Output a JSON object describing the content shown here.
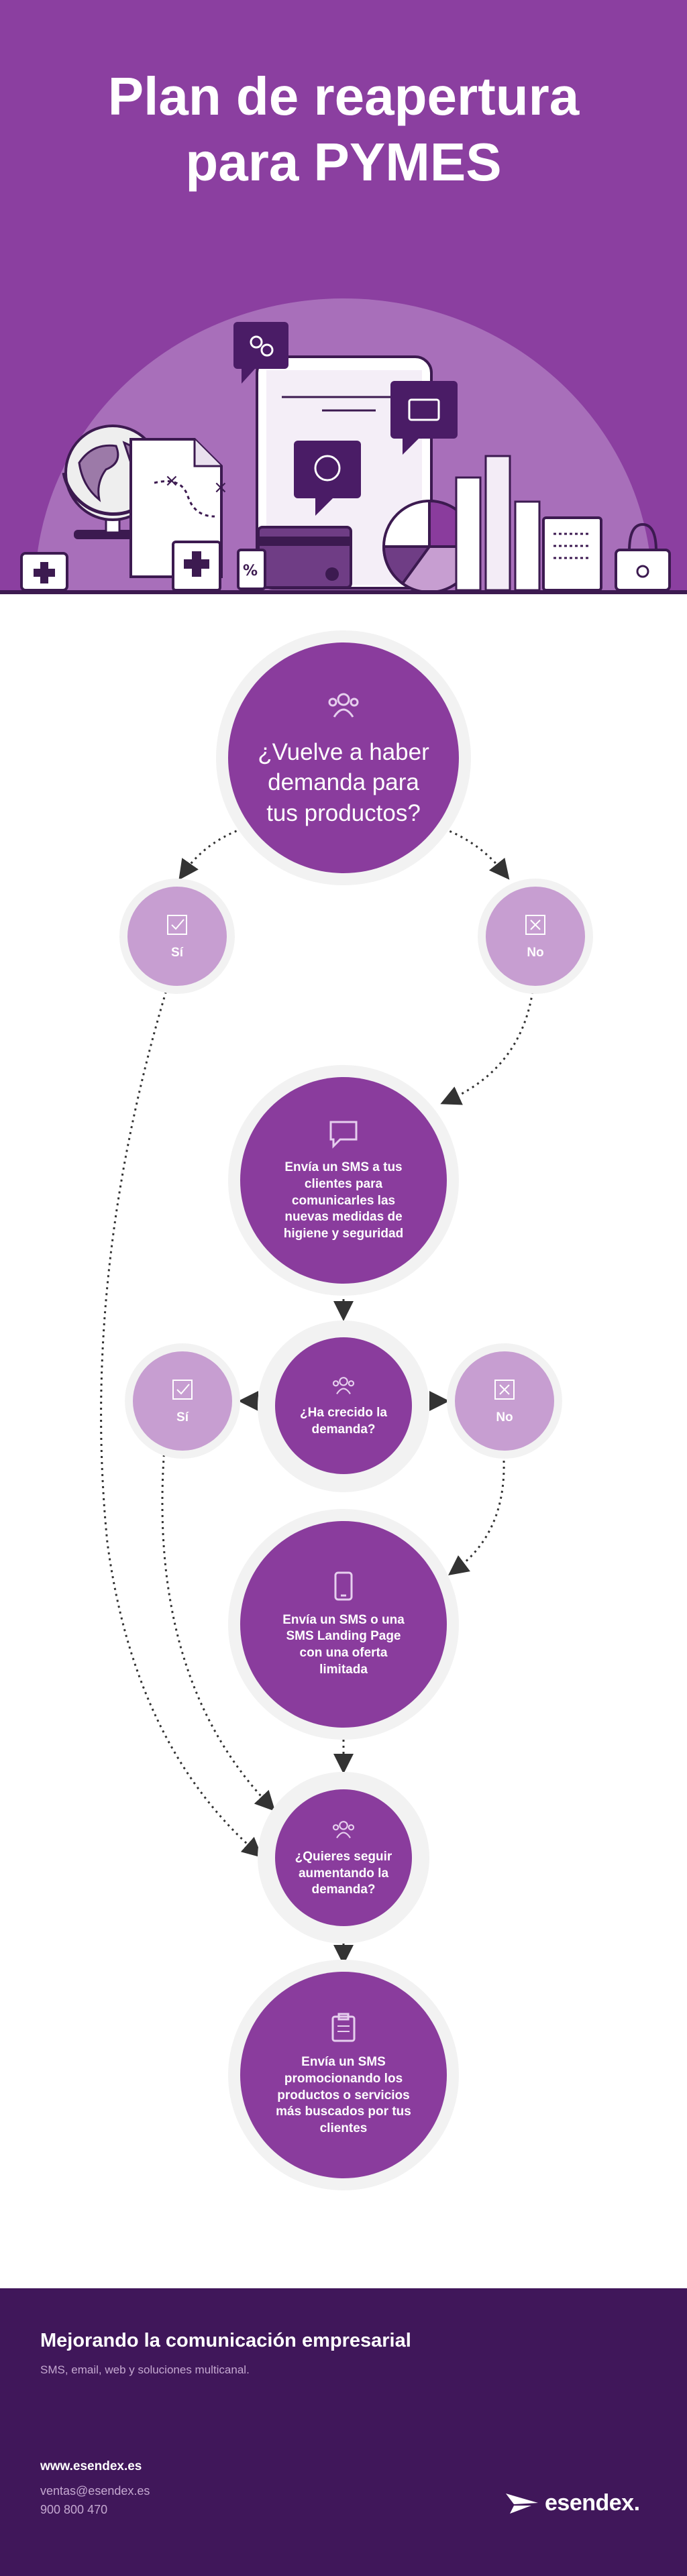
{
  "header": {
    "title_line1": "Plan de reapertura",
    "title_line2": "para PYMES"
  },
  "flow": {
    "q1": "¿Vuelve a haber demanda para tus productos?",
    "q1_yes": "Sí",
    "q1_no": "No",
    "step1": "Envía un SMS a tus clientes para comunicarles las nuevas medidas de higiene y seguridad",
    "q2": "¿Ha crecido la demanda?",
    "q2_yes": "Sí",
    "q2_no": "No",
    "step2": "Envía un SMS o una SMS Landing Page con una oferta limitada",
    "q3": "¿Quieres seguir aumentando la demanda?",
    "step3": "Envía un SMS promocionando los productos o servicios más buscados por tus clientes"
  },
  "footer": {
    "title": "Mejorando la comunicación empresarial",
    "subtitle": "SMS, email, web y soluciones multicanal.",
    "website": "www.esendex.es",
    "email": "ventas@esendex.es",
    "phone": "900 800 470",
    "brand": "esendex."
  },
  "colors": {
    "hero_bg": "#8b3fa0",
    "dark_node": "#8a3c9d",
    "light_node": "#c79ed1",
    "footer_bg": "#40175a"
  },
  "icons": [
    "people-icon",
    "check-icon",
    "cross-icon",
    "chat-icon",
    "phone-icon",
    "clipboard-icon",
    "esendex-logo-icon"
  ]
}
